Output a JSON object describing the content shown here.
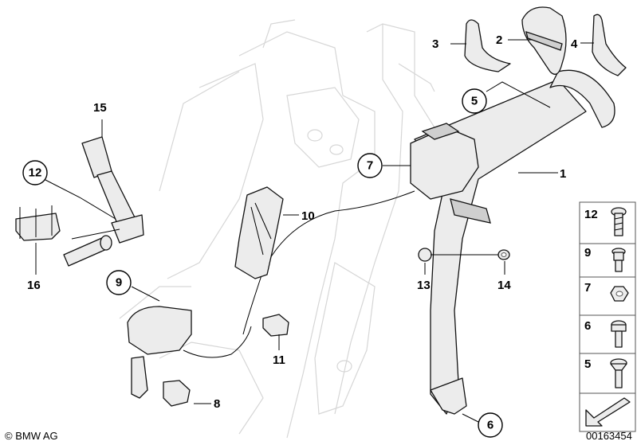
{
  "callouts": {
    "c1": "1",
    "c2": "2",
    "c3": "3",
    "c4": "4",
    "c5": "5",
    "c6": "6",
    "c7": "7",
    "c8": "8",
    "c9": "9",
    "c10": "10",
    "c11": "11",
    "c12": "12",
    "c13": "13",
    "c14": "14",
    "c15": "15",
    "c16": "16"
  },
  "legend": [
    {
      "label": "12",
      "icon": "bolt-hex-flange-icon"
    },
    {
      "label": "9",
      "icon": "bolt-torx-icon"
    },
    {
      "label": "7",
      "icon": "hex-nut-icon"
    },
    {
      "label": "6",
      "icon": "bolt-collar-icon"
    },
    {
      "label": "5",
      "icon": "screw-countersunk-icon"
    }
  ],
  "footer": {
    "brand": "© BMW AG",
    "part_number": "00163454"
  }
}
